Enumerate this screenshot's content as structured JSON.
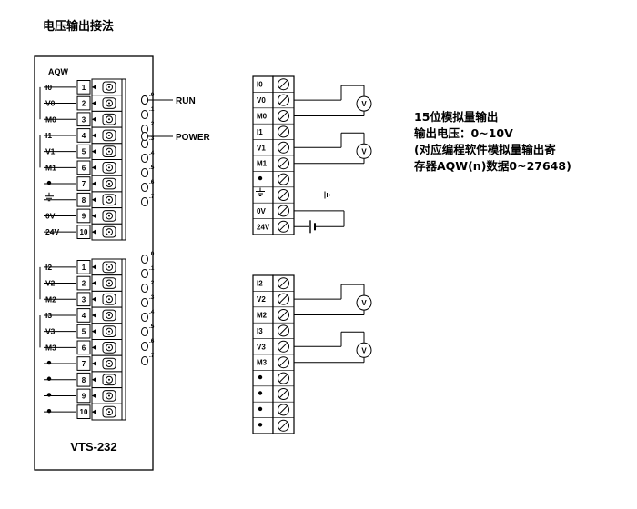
{
  "title": "电压输出接法",
  "module": {
    "header": "AQW",
    "model": "VTS-232",
    "groups": [
      {
        "pins": [
          {
            "n": "1",
            "label": "I0"
          },
          {
            "n": "2",
            "label": "V0"
          },
          {
            "n": "3",
            "label": "M0"
          },
          {
            "n": "4",
            "label": "I1"
          },
          {
            "n": "5",
            "label": "V1"
          },
          {
            "n": "6",
            "label": "M1"
          },
          {
            "n": "7",
            "label": "●"
          },
          {
            "n": "8",
            "label": "⏚"
          },
          {
            "n": "9",
            "label": "0V"
          },
          {
            "n": "10",
            "label": "24V"
          }
        ]
      },
      {
        "pins": [
          {
            "n": "1",
            "label": "I2"
          },
          {
            "n": "2",
            "label": "V2"
          },
          {
            "n": "3",
            "label": "M2"
          },
          {
            "n": "4",
            "label": "I3"
          },
          {
            "n": "5",
            "label": "V3"
          },
          {
            "n": "6",
            "label": "M3"
          },
          {
            "n": "7",
            "label": "●"
          },
          {
            "n": "8",
            "label": "●"
          },
          {
            "n": "9",
            "label": "●"
          },
          {
            "n": "10",
            "label": "●"
          }
        ]
      }
    ],
    "led_numbers": [
      ".0",
      ".1",
      ".2",
      ".3",
      ".4",
      ".5",
      ".6",
      ".7"
    ],
    "status_leds": [
      "RUN",
      "POWER"
    ]
  },
  "terminal_blocks": [
    {
      "labels": [
        "I0",
        "V0",
        "M0",
        "I1",
        "V1",
        "M1",
        "●",
        "⏚",
        "0V",
        "24V"
      ]
    },
    {
      "labels": [
        "I2",
        "V2",
        "M2",
        "I3",
        "V3",
        "M3",
        "●",
        "●",
        "●",
        "●"
      ]
    }
  ],
  "voltmeter_symbol": "V",
  "notes": [
    "15位模拟量输出",
    "输出电压：0~10V",
    "(对应编程软件模拟量输出寄",
    "存器AQW(n)数据0~27648)"
  ]
}
